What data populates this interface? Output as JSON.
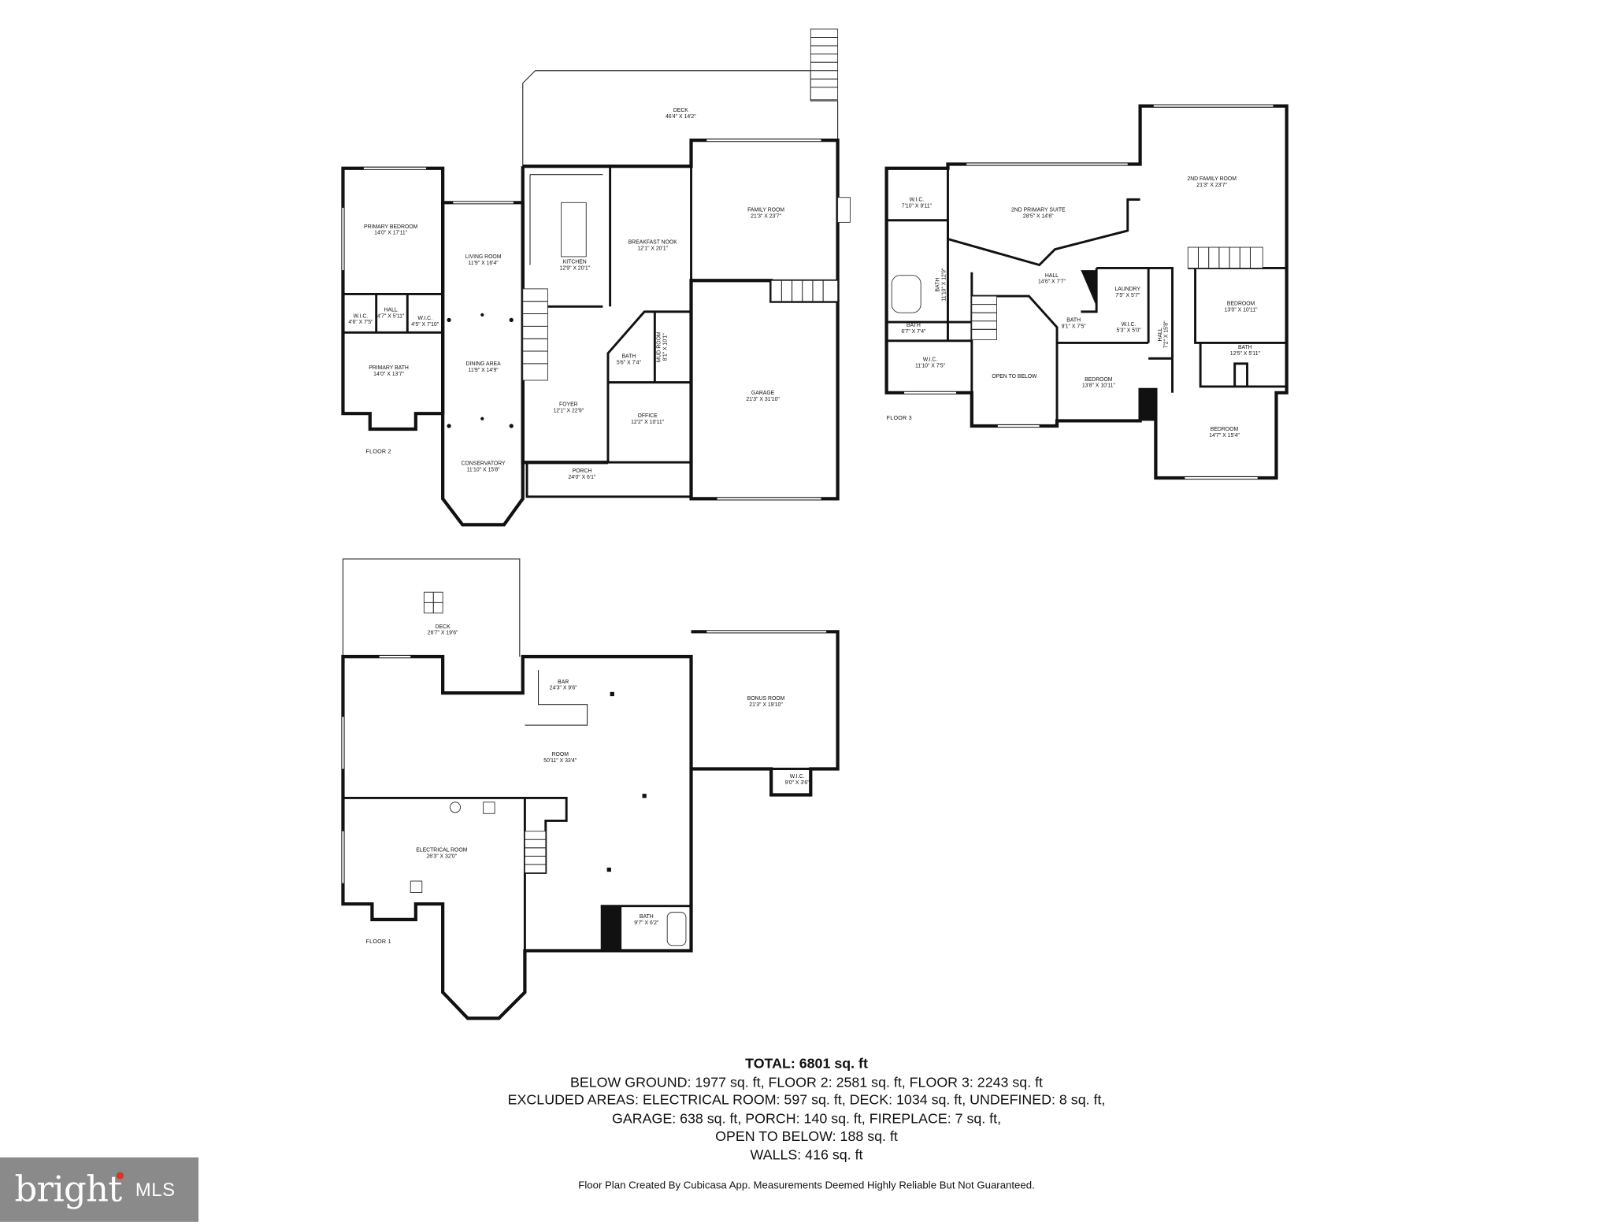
{
  "floor_labels": {
    "floor2": "FLOOR 2",
    "floor3": "FLOOR 3",
    "floor1": "FLOOR 1"
  },
  "rooms": {
    "deck_main": {
      "name": "DECK",
      "dim": "46'4\" X 14'2\""
    },
    "primary_bedroom": {
      "name": "PRIMARY BEDROOM",
      "dim": "14'0\" X 17'11\""
    },
    "living_room": {
      "name": "LIVING ROOM",
      "dim": "11'9\" X 16'4\""
    },
    "kitchen": {
      "name": "KITCHEN",
      "dim": "12'9\" X 20'1\""
    },
    "breakfast_nook": {
      "name": "BREAKFAST NOOK",
      "dim": "12'1\" X 20'1\""
    },
    "family_room": {
      "name": "FAMILY ROOM",
      "dim": "21'3\" X 23'7\""
    },
    "wic_1": {
      "name": "W.I.C.",
      "dim": "4'6\" X 7'5\""
    },
    "hall_1": {
      "name": "HALL",
      "dim": "4'7\" X 5'11\""
    },
    "wic_2": {
      "name": "W.I.C.",
      "dim": "4'5\" X 7'10\""
    },
    "primary_bath": {
      "name": "PRIMARY BATH",
      "dim": "14'0\" X 13'7\""
    },
    "dining_area": {
      "name": "DINING AREA",
      "dim": "11'9\" X 14'9\""
    },
    "bath_1": {
      "name": "BATH",
      "dim": "5'6\" X 7'4\""
    },
    "mud_room": {
      "name": "MUD ROOM",
      "dim": "8'1\" X 10'1\""
    },
    "foyer": {
      "name": "FOYER",
      "dim": "12'1\" X 22'9\""
    },
    "office": {
      "name": "OFFICE",
      "dim": "12'2\" X 10'11\""
    },
    "garage": {
      "name": "GARAGE",
      "dim": "21'3\" X 31'10\""
    },
    "conservatory": {
      "name": "CONSERVATORY",
      "dim": "11'10\" X 15'8\""
    },
    "porch": {
      "name": "PORCH",
      "dim": "24'0\" X 6'1\""
    },
    "wic_3": {
      "name": "W.I.C.",
      "dim": "7'10\" X 9'11\""
    },
    "second_primary_suite": {
      "name": "2ND PRIMARY SUITE",
      "dim": "28'5\" X 14'6\""
    },
    "second_family_room": {
      "name": "2ND FAMILY ROOM",
      "dim": "21'3\" X 23'7\""
    },
    "bath_2": {
      "name": "BATH",
      "dim": "11'10\" X 12'9\""
    },
    "hall_2": {
      "name": "HALL",
      "dim": "14'6\" X 7'7\""
    },
    "laundry": {
      "name": "LAUNDRY",
      "dim": "7'5\" X 5'7\""
    },
    "bedroom_1": {
      "name": "BEDROOM",
      "dim": "13'0\" X 10'11\""
    },
    "bath_3": {
      "name": "BATH",
      "dim": "6'7\" X 7'4\""
    },
    "bath_4": {
      "name": "BATH",
      "dim": "9'1\" X 7'5\""
    },
    "wic_4": {
      "name": "W.I.C.",
      "dim": "5'3\" X 5'0\""
    },
    "hall_3": {
      "name": "HALL",
      "dim": "7'2\" X 15'8\""
    },
    "bath_5": {
      "name": "BATH",
      "dim": "12'5\" X 5'11\""
    },
    "wic_5": {
      "name": "W.I.C.",
      "dim": "11'10\" X 7'5\""
    },
    "open_to_below": {
      "name": "OPEN TO BELOW",
      "dim": ""
    },
    "bedroom_2": {
      "name": "BEDROOM",
      "dim": "13'8\" X 10'11\""
    },
    "bedroom_3": {
      "name": "BEDROOM",
      "dim": "14'7\" X 15'4\""
    },
    "deck_lower": {
      "name": "DECK",
      "dim": "26'7\" X 19'6\""
    },
    "bar": {
      "name": "BAR",
      "dim": "24'3\" X 9'6\""
    },
    "bonus_room": {
      "name": "BONUS ROOM",
      "dim": "21'3\" X 19'10\""
    },
    "room": {
      "name": "ROOM",
      "dim": "50'11\" X 33'4\""
    },
    "wic_6": {
      "name": "W.I.C.",
      "dim": "9'0\" X 3'6\""
    },
    "electrical_room": {
      "name": "ELECTRICAL ROOM",
      "dim": "26'3\" X 32'0\""
    },
    "bath_6": {
      "name": "BATH",
      "dim": "9'7\" X 6'2\""
    }
  },
  "totals": {
    "total": "TOTAL: 6801 sq. ft",
    "line1": "BELOW GROUND: 1977 sq. ft, FLOOR 2: 2581 sq. ft, FLOOR 3: 2243 sq. ft",
    "line2": "EXCLUDED AREAS: ELECTRICAL ROOM: 597 sq. ft, DECK: 1034 sq. ft, UNDEFINED: 8 sq. ft,",
    "line3": "GARAGE: 638 sq. ft, PORCH: 140 sq. ft, FIREPLACE: 7 sq. ft,",
    "line4": "OPEN TO BELOW: 188 sq. ft",
    "line5": "WALLS: 416 sq. ft"
  },
  "credit": "Floor Plan Created By Cubicasa App. Measurements Deemed Highly Reliable But Not Guaranteed.",
  "logo": {
    "brand": "bright",
    "suffix": "MLS",
    "color_bg": "#8a8a8a",
    "color_dot": "#d9342b"
  }
}
